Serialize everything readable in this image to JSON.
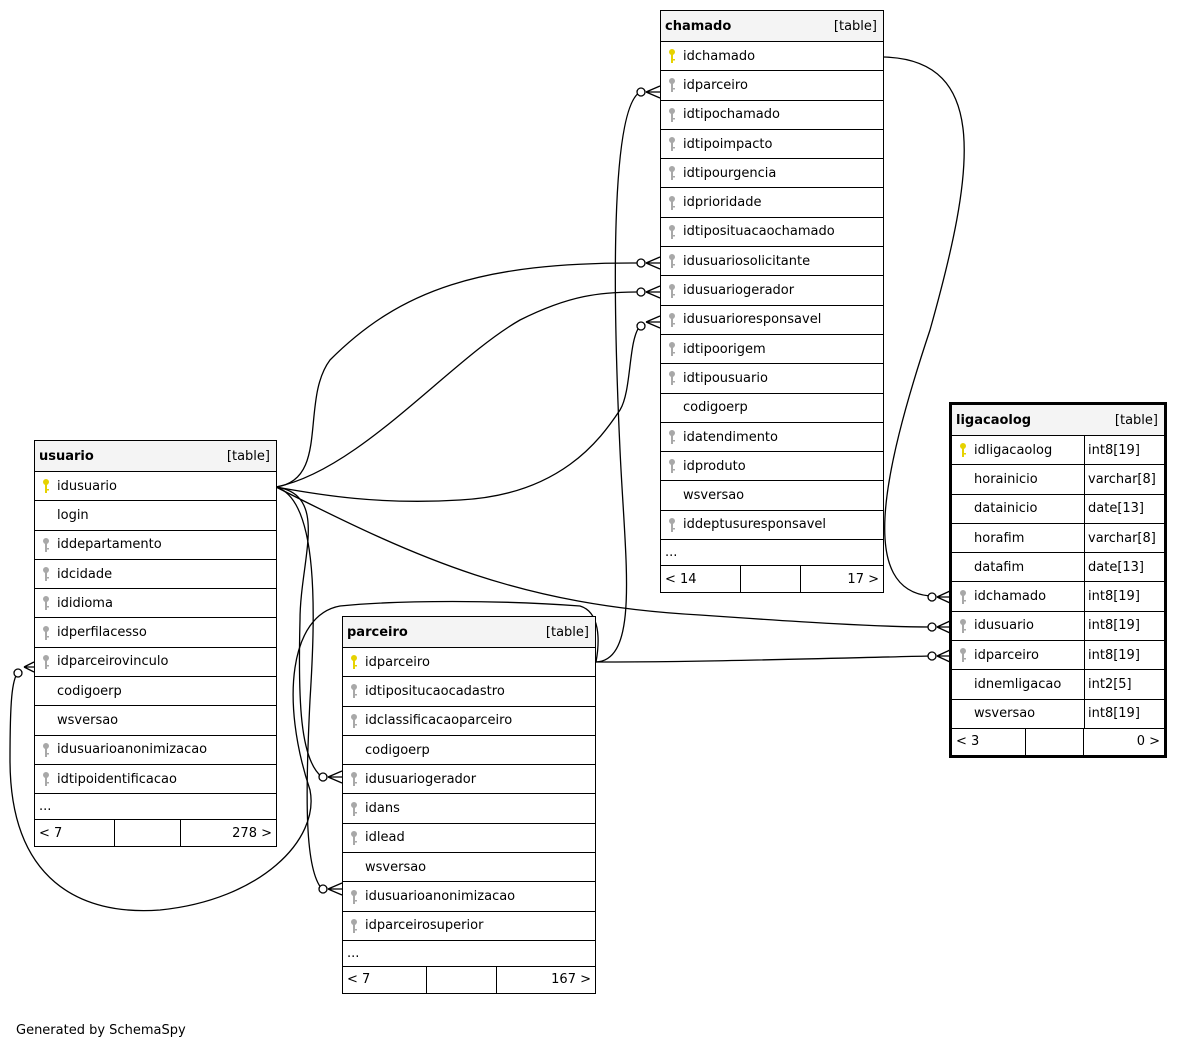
{
  "colors": {
    "line": "#000000",
    "header_bg": "#f4f4f4",
    "primary_key": "#e6d200",
    "foreign_key": "#a8a8a8"
  },
  "footer": "Generated by SchemaSpy",
  "tables": {
    "chamado": {
      "name": "chamado",
      "type": "[table]",
      "columns": [
        {
          "name": "idchamado",
          "key": "pk"
        },
        {
          "name": "idparceiro",
          "key": "fk"
        },
        {
          "name": "idtipochamado",
          "key": "fk"
        },
        {
          "name": "idtipoimpacto",
          "key": "fk"
        },
        {
          "name": "idtipourgencia",
          "key": "fk"
        },
        {
          "name": "idprioridade",
          "key": "fk"
        },
        {
          "name": "idtiposituacaochamado",
          "key": "fk"
        },
        {
          "name": "idusuariosolicitante",
          "key": "fk"
        },
        {
          "name": "idusuariogerador",
          "key": "fk"
        },
        {
          "name": "idusuarioresponsavel",
          "key": "fk"
        },
        {
          "name": "idtipoorigem",
          "key": "fk"
        },
        {
          "name": "idtipousuario",
          "key": "fk"
        },
        {
          "name": "codigoerp",
          "key": ""
        },
        {
          "name": "idatendimento",
          "key": "fk"
        },
        {
          "name": "idproduto",
          "key": "fk"
        },
        {
          "name": "wsversao",
          "key": ""
        },
        {
          "name": "iddeptusuresponsavel",
          "key": "fk"
        }
      ],
      "more": "...",
      "footer": {
        "left": "< 14",
        "mid": "",
        "right": "17 >"
      }
    },
    "usuario": {
      "name": "usuario",
      "type": "[table]",
      "columns": [
        {
          "name": "idusuario",
          "key": "pk"
        },
        {
          "name": "login",
          "key": ""
        },
        {
          "name": "iddepartamento",
          "key": "fk"
        },
        {
          "name": "idcidade",
          "key": "fk"
        },
        {
          "name": "ididioma",
          "key": "fk"
        },
        {
          "name": "idperfilacesso",
          "key": "fk"
        },
        {
          "name": "idparceirovinculo",
          "key": "fk"
        },
        {
          "name": "codigoerp",
          "key": ""
        },
        {
          "name": "wsversao",
          "key": ""
        },
        {
          "name": "idusuarioanonimizacao",
          "key": "fk"
        },
        {
          "name": "idtipoidentificacao",
          "key": "fk"
        }
      ],
      "more": "...",
      "footer": {
        "left": "< 7",
        "mid": "",
        "right": "278 >"
      }
    },
    "parceiro": {
      "name": "parceiro",
      "type": "[table]",
      "columns": [
        {
          "name": "idparceiro",
          "key": "pk"
        },
        {
          "name": "idtipositucaocadastro",
          "key": "fk"
        },
        {
          "name": "idclassificacaoparceiro",
          "key": "fk"
        },
        {
          "name": "codigoerp",
          "key": ""
        },
        {
          "name": "idusuariogerador",
          "key": "fk"
        },
        {
          "name": "idans",
          "key": "fk"
        },
        {
          "name": "idlead",
          "key": "fk"
        },
        {
          "name": "wsversao",
          "key": ""
        },
        {
          "name": "idusuarioanonimizacao",
          "key": "fk"
        },
        {
          "name": "idparceirosuperior",
          "key": "fk"
        }
      ],
      "more": "...",
      "footer": {
        "left": "< 7",
        "mid": "",
        "right": "167 >"
      }
    },
    "ligacaolog": {
      "name": "ligacaolog",
      "type": "[table]",
      "columns": [
        {
          "name": "idligacaolog",
          "key": "pk",
          "type": "int8[19]"
        },
        {
          "name": "horainicio",
          "key": "",
          "type": "varchar[8]"
        },
        {
          "name": "datainicio",
          "key": "",
          "type": "date[13]"
        },
        {
          "name": "horafim",
          "key": "",
          "type": "varchar[8]"
        },
        {
          "name": "datafim",
          "key": "",
          "type": "date[13]"
        },
        {
          "name": "idchamado",
          "key": "fk",
          "type": "int8[19]"
        },
        {
          "name": "idusuario",
          "key": "fk",
          "type": "int8[19]"
        },
        {
          "name": "idparceiro",
          "key": "fk",
          "type": "int8[19]"
        },
        {
          "name": "idnemligacao",
          "key": "",
          "type": "int2[5]"
        },
        {
          "name": "wsversao",
          "key": "",
          "type": "int8[19]"
        }
      ],
      "footer": {
        "left": "< 3",
        "mid": "",
        "right": "0 >"
      }
    }
  }
}
